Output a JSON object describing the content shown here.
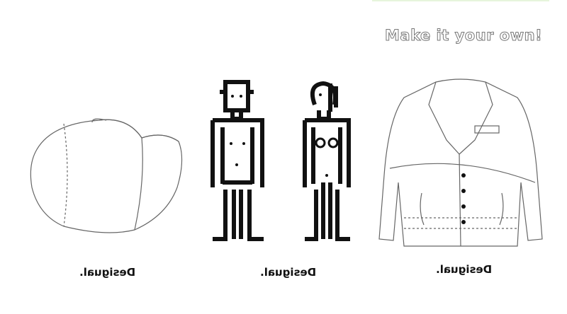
{
  "headline": "Make it your own!",
  "brand_logos": [
    "Desigual.",
    "Desigual.",
    "Desigual."
  ],
  "items": [
    "face-mask-outline",
    "human-figures-outline",
    "jacket-outline"
  ],
  "colors": {
    "accent_bar": "#e6f5dc",
    "outline_text": "#777777",
    "ink": "#111111"
  }
}
